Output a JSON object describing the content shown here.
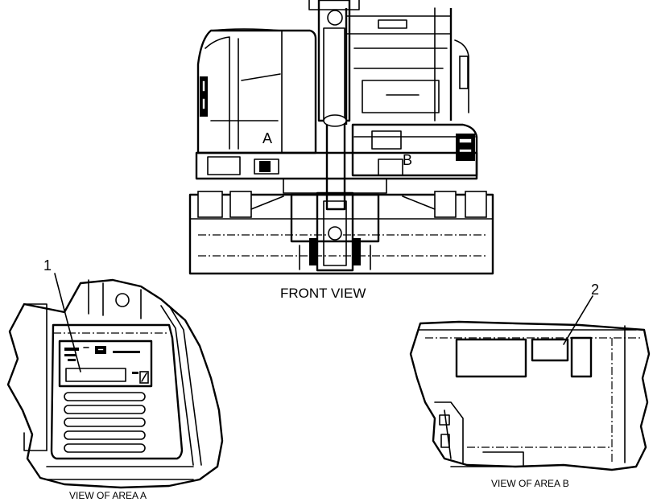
{
  "labels": {
    "front_view": "FRONT VIEW",
    "area_a_marker": "A",
    "area_b_marker": "B",
    "view_area_a": "VIEW OF AREA  A",
    "view_area_b": "VIEW OF AREA  B",
    "callout_1": "1",
    "callout_2": "2"
  }
}
